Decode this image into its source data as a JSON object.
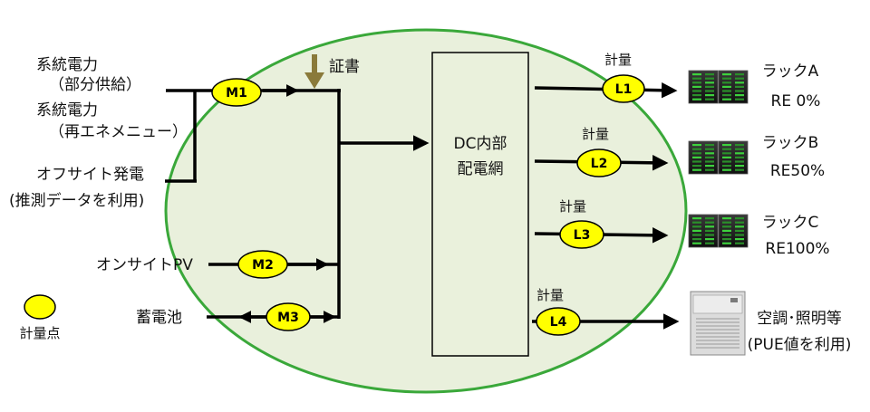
{
  "sources": {
    "grid_partial": [
      "系統電力",
      "（部分供給）"
    ],
    "grid_renewable": [
      "系統電力",
      "（再エネメニュー）"
    ],
    "offsite": [
      "オフサイト発電",
      "(推測データを利用)"
    ],
    "onsite_pv": "オンサイトPV",
    "battery": "蓄電池"
  },
  "certificate": "証書",
  "dc_network": [
    "DC内部",
    "配電網"
  ],
  "meters": {
    "m1": "M1",
    "m2": "M2",
    "m3": "M3",
    "l1": "L1",
    "l2": "L2",
    "l3": "L3",
    "l4": "L4"
  },
  "metering_label": "計量",
  "legend": {
    "label": "計量点"
  },
  "loads": {
    "rack_a": [
      "ラックA",
      "RE 0%"
    ],
    "rack_b": [
      "ラックB",
      "RE50%"
    ],
    "rack_c": [
      "ラックC",
      "RE100%"
    ],
    "hvac": [
      "空調･照明等",
      "(PUE値を利用)"
    ]
  },
  "colors": {
    "ellipse_fill": "#e9f0dc",
    "ellipse_stroke": "#3aa83a",
    "meter_fill": "#ffff00",
    "certificate_arrow": "#8a7a3a"
  }
}
